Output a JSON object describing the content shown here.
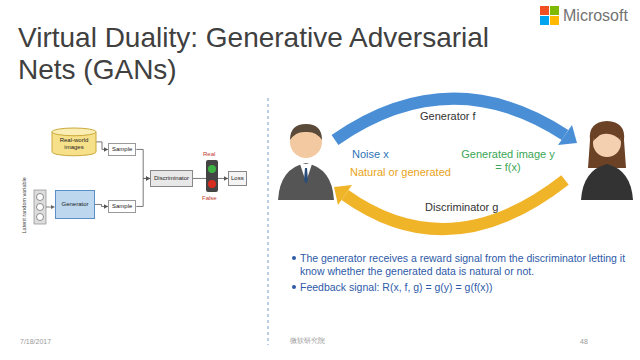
{
  "diagram": {
    "title": "Virtual Duality: Generative Adversarial Nets (GANs)",
    "nodes": [
      {
        "text": [
          "Real-world images"
        ]
      },
      {
        "text": [
          "Sample"
        ]
      },
      {
        "text": [
          "Generator"
        ]
      },
      {
        "text": [
          "Sample"
        ]
      },
      {
        "text": [
          "Discriminator"
        ]
      },
      {
        "text": [
          "Loss"
        ]
      }
    ],
    "edges": [
      {
        "from": 0,
        "to": 1,
        "arrow": "to"
      },
      {
        "from": 2,
        "to": 3,
        "arrow": "to"
      },
      {
        "from": 1,
        "to": 4,
        "arrow": "to"
      },
      {
        "from": 3,
        "to": 4,
        "arrow": "to"
      },
      {
        "from": 4,
        "to": 5,
        "arrow": "to"
      }
    ],
    "labels": [
      "Microsoft",
      "Latent random variable",
      "Real",
      "False",
      "Generator f",
      "Noise x",
      "Generated image y = f(x)",
      "Natural or generated",
      "Discriminator g",
      "The generator receives a reward signal from the discriminator letting it know whether the generated data is natural or not.",
      "Feedback signal: R(x, f, g) = g(y) = g(f(x))",
      "7/18/2017",
      "微软研究院",
      "48"
    ]
  }
}
